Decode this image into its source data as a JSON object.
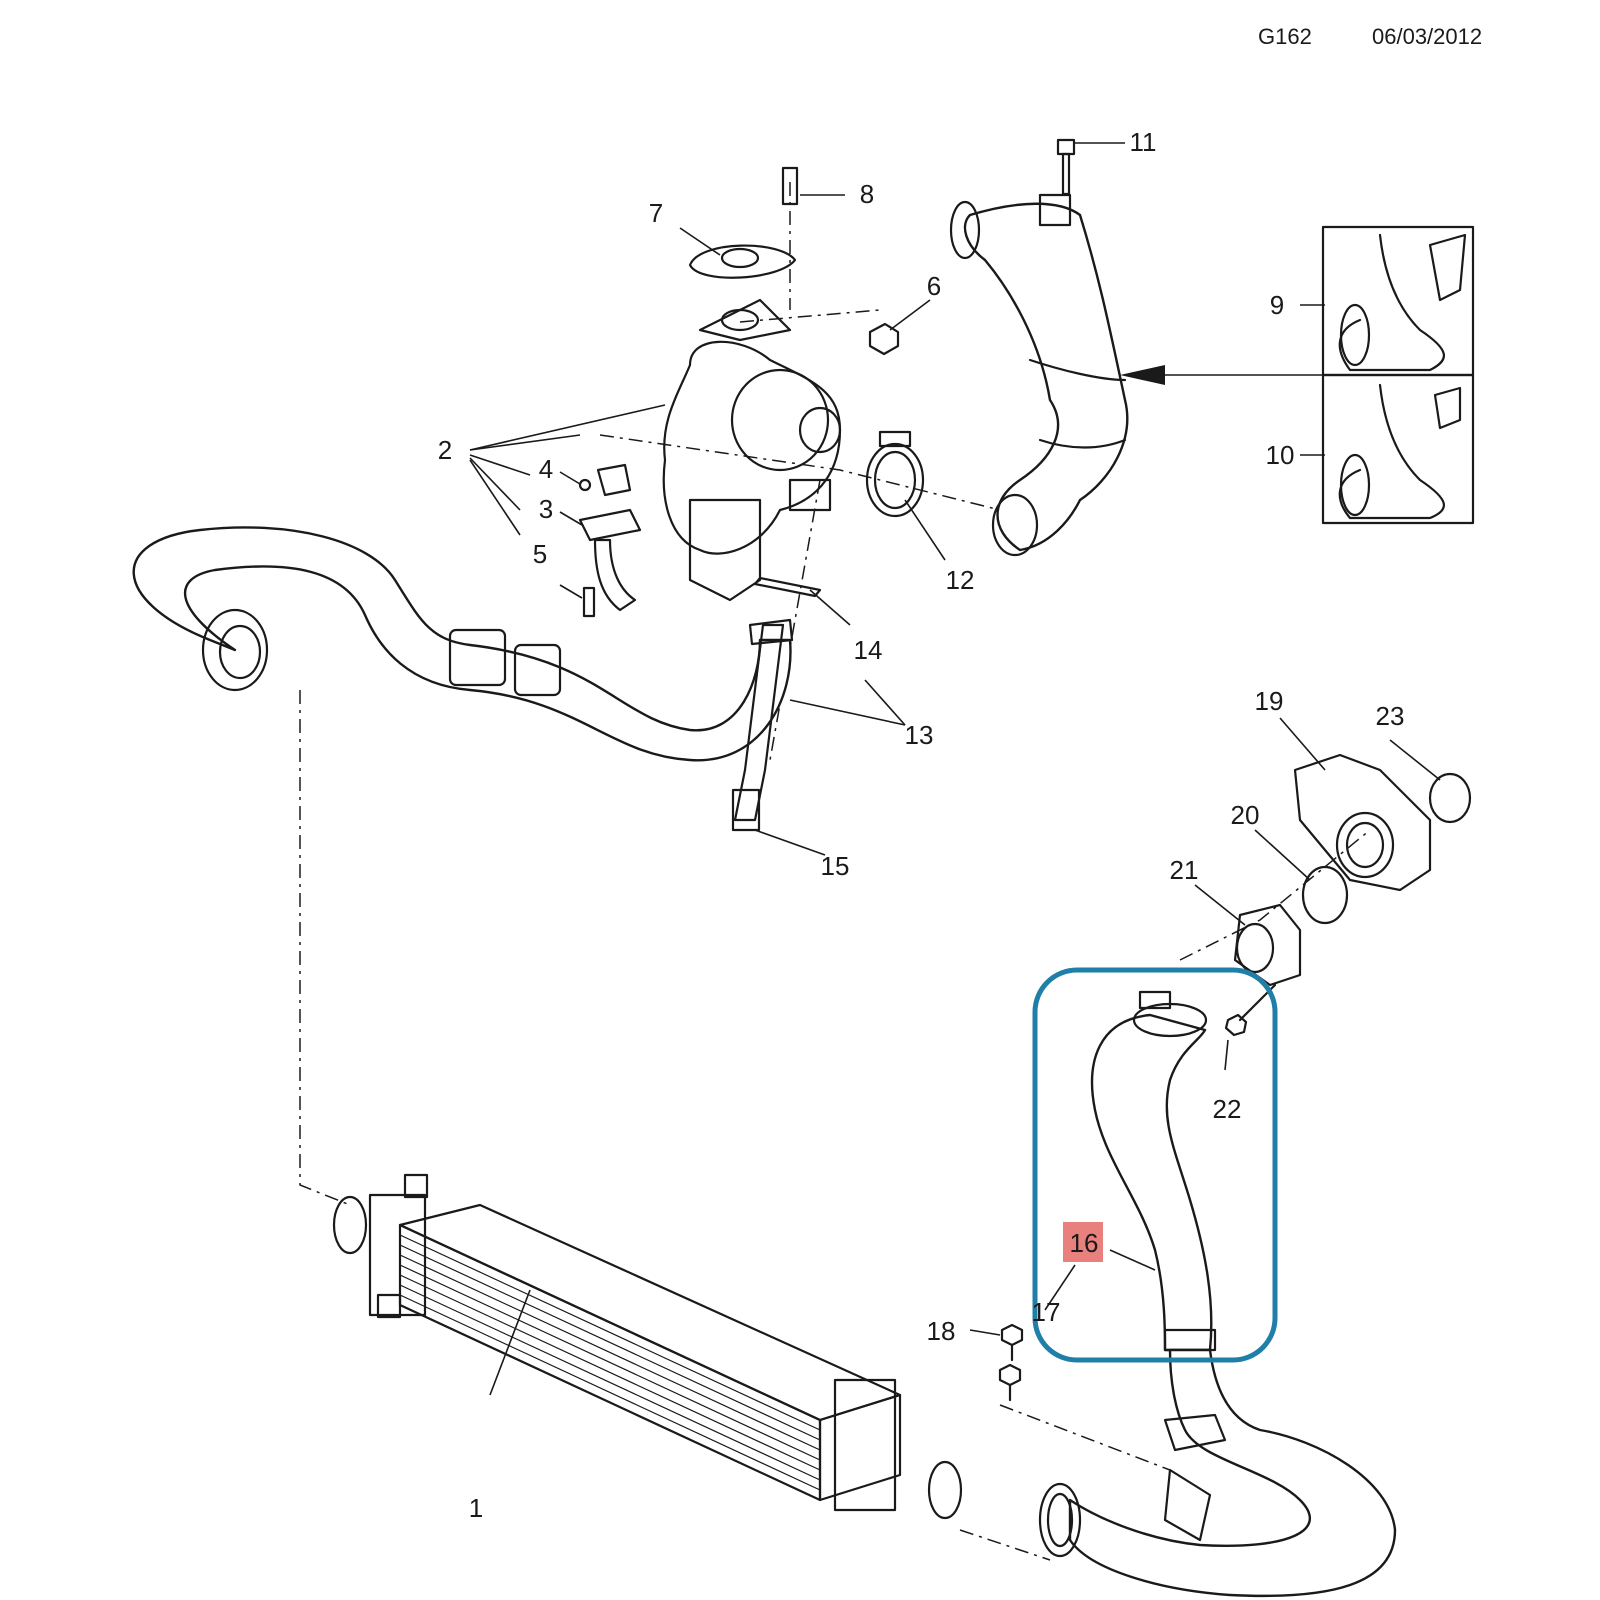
{
  "header": {
    "code": "G162",
    "date": "06/03/2012"
  },
  "callouts": [
    "1",
    "2",
    "3",
    "4",
    "5",
    "6",
    "7",
    "8",
    "9",
    "10",
    "11",
    "12",
    "13",
    "14",
    "15",
    "16",
    "17",
    "18",
    "19",
    "20",
    "21",
    "22",
    "23"
  ],
  "highlight": {
    "part": "16",
    "frame_color": "#1f7fa8",
    "label_fill": "#e8807d"
  }
}
